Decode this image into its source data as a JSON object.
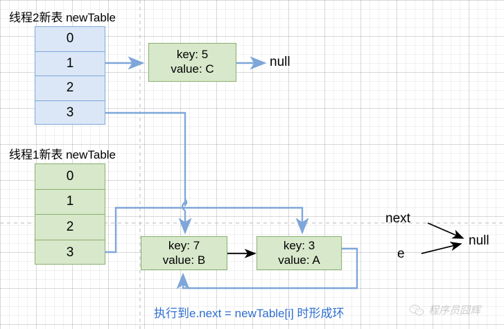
{
  "diagram": {
    "title_thread2": "线程2新表 newTable",
    "title_thread1": "线程1新表 newTable",
    "caption": "执行到e.next = newTable[i] 时形成环",
    "watermark": "程序员囧辉",
    "watermark_icon": "wechat-icon"
  },
  "colors": {
    "blue_fill": "#dbe7f6",
    "blue_stroke": "#7ea6d9",
    "green_fill": "#d8e8cb",
    "green_stroke": "#86b06c",
    "wire_blue": "#7ea6d9",
    "wire_black": "#000000",
    "caption_blue": "#2f6fd0"
  },
  "table_thread2": {
    "name": "线程2新表 newTable",
    "indices": [
      "0",
      "1",
      "2",
      "3"
    ]
  },
  "table_thread1": {
    "name": "线程1新表 newTable",
    "indices": [
      "0",
      "1",
      "2",
      "3"
    ]
  },
  "nodes": {
    "node_c": {
      "key_line": "key:  5",
      "value_line": "value:  C"
    },
    "node_b": {
      "key_line": "key:  7",
      "value_line": "value:  B"
    },
    "node_a": {
      "key_line": "key:  3",
      "value_line": "value:  A"
    }
  },
  "labels": {
    "null_top": "null",
    "null_right": "null",
    "next": "next",
    "e": "e"
  }
}
